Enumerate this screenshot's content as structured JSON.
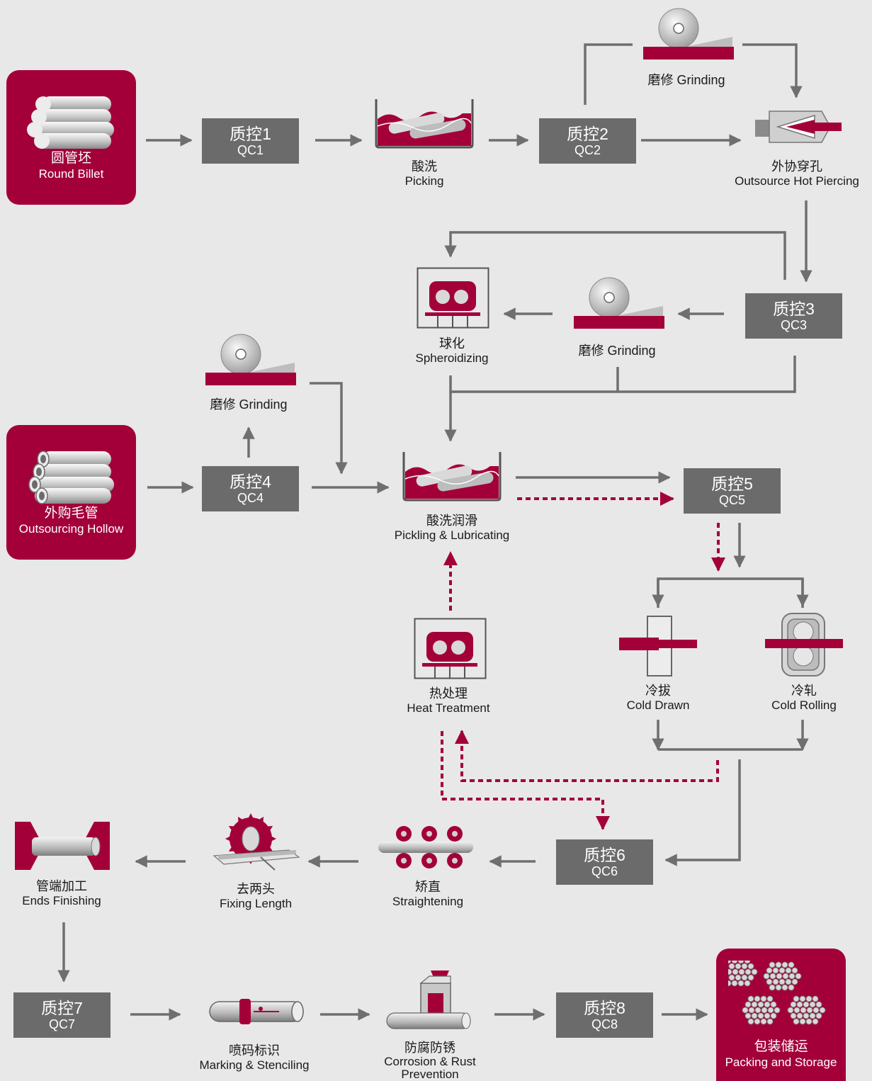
{
  "colors": {
    "accent": "#a3003a",
    "box_gray": "#6b6b6b",
    "arrow_gray": "#6f6f6f",
    "background": "#e8e8e8"
  },
  "start": {
    "zh": "圆管坯",
    "en": "Round Billet"
  },
  "hollow": {
    "zh": "外购毛管",
    "en": "Outsourcing Hollow"
  },
  "end": {
    "zh": "包装储运",
    "en": "Packing and Storage"
  },
  "qc": {
    "qc1": {
      "zh": "质控1",
      "en": "QC1"
    },
    "qc2": {
      "zh": "质控2",
      "en": "QC2"
    },
    "qc3": {
      "zh": "质控3",
      "en": "QC3"
    },
    "qc4": {
      "zh": "质控4",
      "en": "QC4"
    },
    "qc5": {
      "zh": "质控5",
      "en": "QC5"
    },
    "qc6": {
      "zh": "质控6",
      "en": "QC6"
    },
    "qc7": {
      "zh": "质控7",
      "en": "QC7"
    },
    "qc8": {
      "zh": "质控8",
      "en": "QC8"
    }
  },
  "steps": {
    "picking": {
      "zh": "酸洗",
      "en": "Picking"
    },
    "grinding": "磨修 Grinding",
    "piercing": {
      "zh": "外协穿孔",
      "en": "Outsource Hot Piercing"
    },
    "spheroidizing": {
      "zh": "球化",
      "en": "Spheroidizing"
    },
    "pickling_lubricating": {
      "zh": "酸洗润滑",
      "en": "Pickling & Lubricating"
    },
    "heat_treatment": {
      "zh": "热处理",
      "en": "Heat Treatment"
    },
    "cold_drawn": {
      "zh": "冷拔",
      "en": "Cold Drawn"
    },
    "cold_rolling": {
      "zh": "冷轧",
      "en": "Cold Rolling"
    },
    "ends_finishing": {
      "zh": "管端加工",
      "en": "Ends Finishing"
    },
    "fixing_length": {
      "zh": "去两头",
      "en": "Fixing Length"
    },
    "straightening": {
      "zh": "矫直",
      "en": "Straightening"
    },
    "marking": {
      "zh": "喷码标识",
      "en": "Marking & Stenciling"
    },
    "corrosion": {
      "zh": "防腐防锈",
      "en": "Corrosion & Rust",
      "en2": "Prevention"
    }
  }
}
